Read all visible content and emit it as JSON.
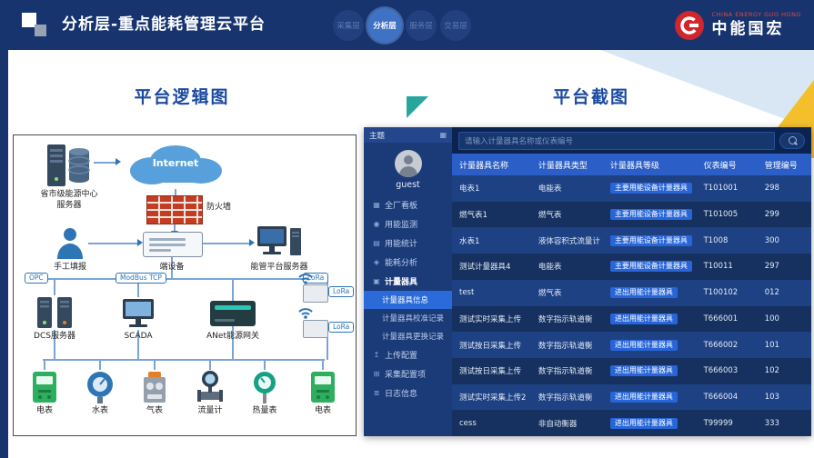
{
  "header": {
    "title": "分析层-重点能耗管理云平台",
    "tabs": [
      {
        "label": "采集层"
      },
      {
        "label": "分析层"
      },
      {
        "label": "服务层"
      },
      {
        "label": "交易层"
      }
    ],
    "brand": {
      "en": "CHINA ENERGY GUO HONG",
      "zh": "中能国宏"
    }
  },
  "sections": {
    "left_title": "平台逻辑图",
    "right_title": "平台截图"
  },
  "colors": {
    "accent_navy": "#17346f",
    "accent_blue": "#2b5ec6",
    "badge_blue": "#2765d8",
    "brand_red": "#d0262c",
    "decor_yellow": "#f3c02c",
    "decor_teal": "#27a69d"
  },
  "diagram": {
    "internet": "Internet",
    "center_server": {
      "line1": "省市级能源中心",
      "line2": "服务器"
    },
    "firewall": "防火墙",
    "manual_entry": "手工填报",
    "edge_device": "端设备",
    "platform_server": "能管平台服务器",
    "protocols": [
      {
        "label": "OPC"
      },
      {
        "label": "ModBus TCP"
      },
      {
        "label": "LoRa"
      }
    ],
    "devices": [
      {
        "label": "DCS服务器"
      },
      {
        "label": "SCADA"
      },
      {
        "label": "ANet能源网关"
      }
    ],
    "lora_tags": [
      {
        "label": "LoRa"
      },
      {
        "label": "LoRa"
      }
    ],
    "meters": [
      {
        "label": "电表"
      },
      {
        "label": "水表"
      },
      {
        "label": "气表"
      },
      {
        "label": "流量计"
      },
      {
        "label": "热量表"
      },
      {
        "label": "电表"
      }
    ]
  },
  "app": {
    "theme_label": "主题",
    "user": "guest",
    "menu": [
      {
        "icon": "▦",
        "label": "全厂看板"
      },
      {
        "icon": "◉",
        "label": "用能监测"
      },
      {
        "icon": "▤",
        "label": "用能统计"
      },
      {
        "icon": "◈",
        "label": "能耗分析"
      },
      {
        "icon": "▣",
        "label": "计量器具"
      },
      {
        "icon": "↥",
        "label": "上传配置"
      },
      {
        "icon": "⊞",
        "label": "采集配置项"
      },
      {
        "icon": "≣",
        "label": "日志信息"
      }
    ],
    "submenu": [
      {
        "label": "计量器具信息"
      },
      {
        "label": "计量器具校准记录"
      },
      {
        "label": "计量器具更换记录"
      }
    ],
    "search_placeholder": "请输入计量器具名称或仪表编号",
    "table": {
      "columns": [
        {
          "label": "计量器具名称"
        },
        {
          "label": "计量器具类型"
        },
        {
          "label": "计量器具等级"
        },
        {
          "label": "仪表编号"
        },
        {
          "label": "管理编号"
        }
      ],
      "rows": [
        {
          "name": "电表1",
          "type": "电能表",
          "grade": "主要用能设备计量器具",
          "meter_no": "T101001",
          "mgmt_no": "298"
        },
        {
          "name": "燃气表1",
          "type": "燃气表",
          "grade": "主要用能设备计量器具",
          "meter_no": "T101005",
          "mgmt_no": "299"
        },
        {
          "name": "水表1",
          "type": "液体容积式流量计",
          "grade": "主要用能设备计量器具",
          "meter_no": "T1008",
          "mgmt_no": "300"
        },
        {
          "name": "测试计量器具4",
          "type": "电能表",
          "grade": "主要用能设备计量器具",
          "meter_no": "T10011",
          "mgmt_no": "297"
        },
        {
          "name": "test",
          "type": "燃气表",
          "grade": "进出用能计量器具",
          "meter_no": "T100102",
          "mgmt_no": "012"
        },
        {
          "name": "测试实时采集上传",
          "type": "数字指示轨道衡",
          "grade": "进出用能计量器具",
          "meter_no": "T666001",
          "mgmt_no": "100"
        },
        {
          "name": "测试按日采集上传",
          "type": "数字指示轨道衡",
          "grade": "进出用能计量器具",
          "meter_no": "T666002",
          "mgmt_no": "101"
        },
        {
          "name": "测试按日采集上传",
          "type": "数字指示轨道衡",
          "grade": "进出用能计量器具",
          "meter_no": "T666003",
          "mgmt_no": "102"
        },
        {
          "name": "测试实时采集上传2",
          "type": "数字指示轨道衡",
          "grade": "进出用能计量器具",
          "meter_no": "T666004",
          "mgmt_no": "103"
        },
        {
          "name": "cess",
          "type": "非自动衡器",
          "grade": "进出用能计量器具",
          "meter_no": "T99999",
          "mgmt_no": "333"
        }
      ]
    }
  }
}
